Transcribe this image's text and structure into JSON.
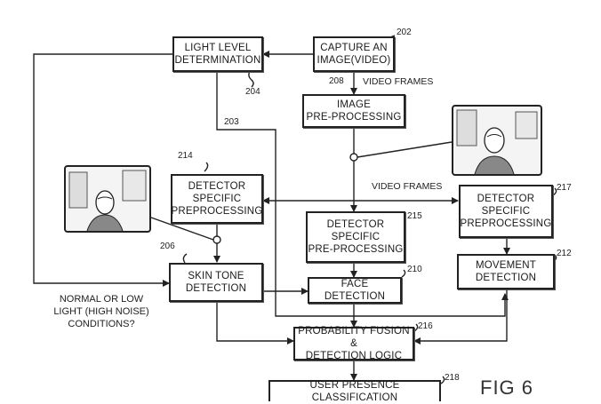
{
  "diagram": {
    "boxes": {
      "capture": "CAPTURE AN\nIMAGE(VIDEO)",
      "light_level": "LIGHT LEVEL\nDETERMINATION",
      "image_preproc": "IMAGE\nPRE-PROCESSING",
      "detector_214": "DETECTOR\nSPECIFIC\nPREPROCESSING",
      "detector_215": "DETECTOR\nSPECIFIC\nPRE-PROCESSING",
      "detector_217": "DETECTOR\nSPECIFIC\nPREPROCESSING",
      "skin_tone": "SKIN TONE\nDETECTION",
      "face_detection": "FACE DETECTION",
      "movement": "MOVEMENT\nDETECTION",
      "fusion": "PROBABILITY FUSION &\nDETECTION LOGIC",
      "classification": "USER PRESENCE CLASSIFICATION"
    },
    "refs": {
      "r202": "202",
      "r203": "203",
      "r204": "204",
      "r206": "206",
      "r208": "208",
      "r210": "210",
      "r212": "212",
      "r214": "214",
      "r215": "215",
      "r216": "216",
      "r217": "217",
      "r218": "218"
    },
    "labels": {
      "video_frames_top": "VIDEO FRAMES",
      "video_frames_mid": "VIDEO FRAMES",
      "conditions": "NORMAL OR LOW\nLIGHT (HIGH NOISE)\nCONDITIONS?"
    },
    "figure_label": "FIG 6"
  }
}
